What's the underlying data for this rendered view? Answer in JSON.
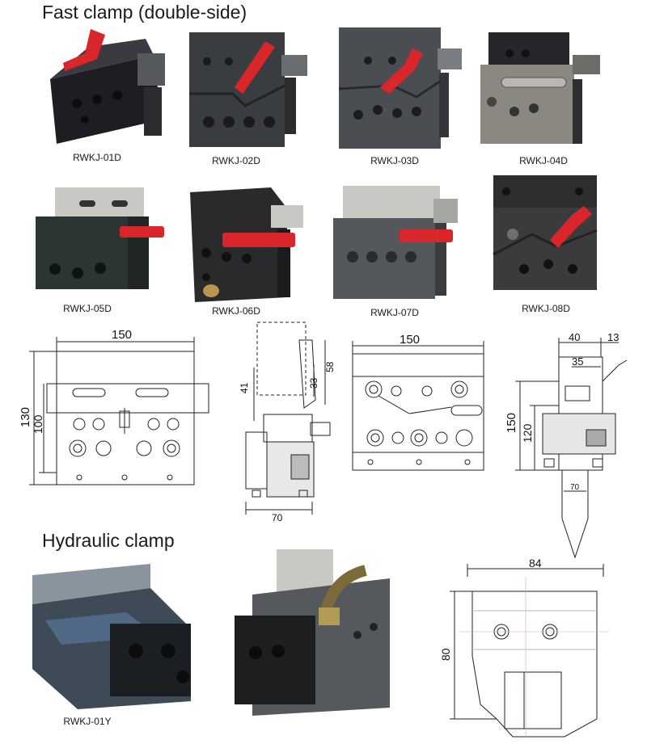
{
  "sections": {
    "fast": {
      "title": "Fast clamp (double-side)"
    },
    "hydraulic": {
      "title": "Hydraulic clamp"
    }
  },
  "fast_models": [
    {
      "code": "RWKJ-01D",
      "handle_color": "#d9262a",
      "body_color": "#2a2a2e"
    },
    {
      "code": "RWKJ-02D",
      "handle_color": "#d9262a",
      "body_color": "#3a3d3f"
    },
    {
      "code": "RWKJ-03D",
      "handle_color": "#d9262a",
      "body_color": "#4a4d52"
    },
    {
      "code": "RWKJ-04D",
      "handle_color": "#b9b7b0",
      "body_color": "#8a8880"
    },
    {
      "code": "RWKJ-05D",
      "handle_color": "#d9262a",
      "body_color": "#2b3532"
    },
    {
      "code": "RWKJ-06D",
      "handle_color": "#d9262a",
      "body_color": "#2a2a2c"
    },
    {
      "code": "RWKJ-07D",
      "handle_color": "#d9262a",
      "body_color": "#55585b"
    },
    {
      "code": "RWKJ-08D",
      "handle_color": "#d9262a",
      "body_color": "#3b3b3d"
    }
  ],
  "hydraulic_models": [
    {
      "code": "RWKJ-01Y"
    }
  ],
  "drawings": {
    "front1": {
      "width": "150",
      "height_outer": "130",
      "height_inner": "100"
    },
    "side1": {
      "top": "58",
      "upper": "41",
      "mid": "33",
      "base": "70"
    },
    "front2": {
      "width": "150"
    },
    "side2": {
      "w1": "40",
      "w2": "13",
      "w3": "35",
      "h1": "150",
      "h2": "120",
      "base": "70"
    },
    "hyd": {
      "width": "84",
      "height": "80"
    }
  },
  "colors": {
    "handle_red": "#d9262a",
    "line": "#222222",
    "steel": "#c9c9c4"
  }
}
